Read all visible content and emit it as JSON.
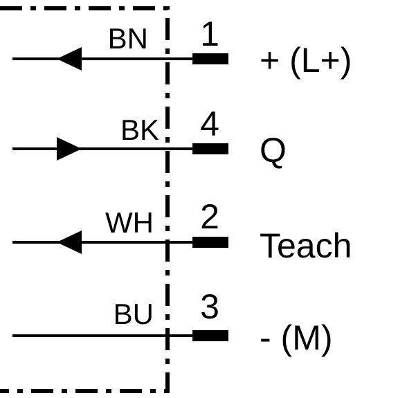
{
  "pins": [
    {
      "wire_color": "BN",
      "pin_number": "1",
      "signal": "+ (L+)",
      "direction": "in"
    },
    {
      "wire_color": "BK",
      "pin_number": "4",
      "signal": "Q",
      "direction": "out"
    },
    {
      "wire_color": "WH",
      "pin_number": "2",
      "signal": "Teach",
      "direction": "in"
    },
    {
      "wire_color": "BU",
      "pin_number": "3",
      "signal": "- (M)",
      "direction": "none"
    }
  ]
}
